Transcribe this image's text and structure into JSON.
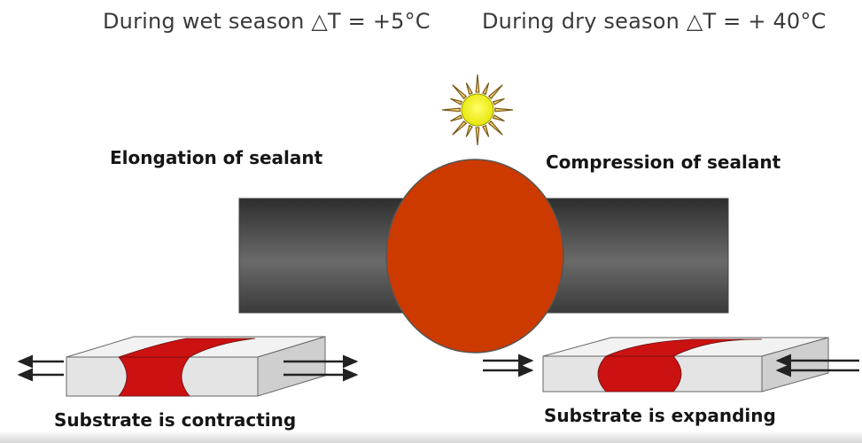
{
  "header": {
    "wet_season": "During wet season △T = +5°C",
    "dry_season": "During dry season △T = + 40°C"
  },
  "labels": {
    "elongation": "Elongation of sealant",
    "compression": "Compression of sealant",
    "contracting": "Substrate is contracting",
    "expanding": "Substrate is expanding"
  },
  "colors": {
    "sealant": "#cc3a00",
    "sealant_red": "#cc1111",
    "bar_dark": "#505050",
    "substrate_block": "#e2e2e2",
    "sun": "#f2f200"
  },
  "icons": {
    "sun": "sun-icon",
    "arrows": "arrow-icon"
  }
}
